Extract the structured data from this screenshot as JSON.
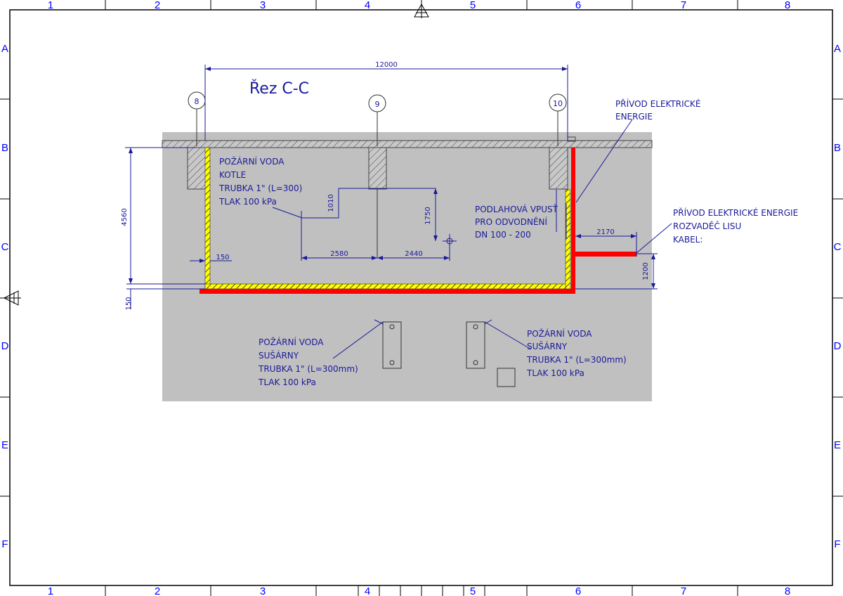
{
  "frame": {
    "column_labels": [
      "1",
      "2",
      "3",
      "4",
      "5",
      "6",
      "7",
      "8"
    ],
    "row_labels": [
      "A",
      "B",
      "C",
      "D",
      "E",
      "F"
    ]
  },
  "section": {
    "title": "Řez C-C",
    "axes": [
      "8",
      "9",
      "10"
    ]
  },
  "dimensions": {
    "overall_width": "12000",
    "height": "4560",
    "floor": "150",
    "wall": "150",
    "pipe_rise": "1010",
    "drain_rise": "1750",
    "pipe_offset": "2580",
    "drain_offset": "2440",
    "cable_length": "2170",
    "cable_height": "1200"
  },
  "annotations": {
    "fire_water_boiler": [
      "POŽÁRNÍ VODA",
      "KOTLE",
      "TRUBKA 1\" (L=300)",
      "TLAK 100 kPa"
    ],
    "floor_drain": [
      "PODLAHOVÁ VPUSŤ",
      "PRO ODVODNĚNÍ",
      "DN 100 - 200"
    ],
    "power_supply_top": [
      "PŘÍVOD ELEKTRICKÉ",
      "ENERGIE"
    ],
    "power_supply_press": [
      "PŘÍVOD ELEKTRICKÉ ENERGIE",
      "ROZVADĚČ LISU",
      "KABEL:"
    ],
    "fire_water_dryer_left": [
      "POŽÁRNÍ VODA",
      "SUŠÁRNY",
      "TRUBKA 1\" (L=300mm)",
      "TLAK 100 kPa"
    ],
    "fire_water_dryer_right": [
      "POŽÁRNÍ VODA",
      "SUŠÁRNY",
      "TRUBKA 1\" (L=300mm)",
      "TLAK 100 kPa"
    ]
  },
  "colors": {
    "background_fill": "#c0c0c0",
    "insulation_yellow": "#ffff00",
    "power_line_red": "#ff0000",
    "dimension_ink": "#1a1a9a",
    "grid_label_blue": "#0000ff"
  }
}
